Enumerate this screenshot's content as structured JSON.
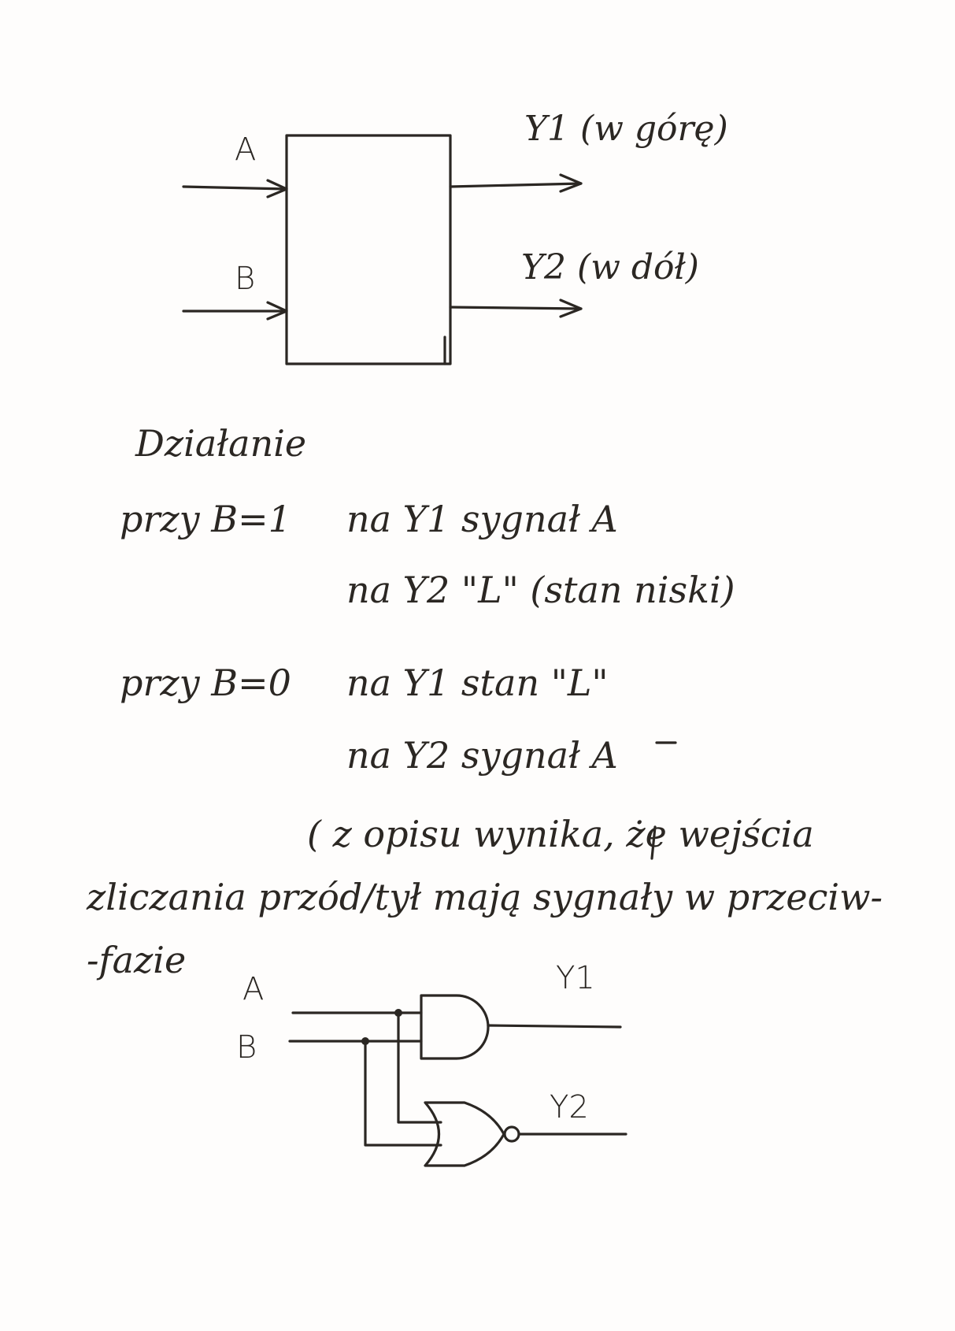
{
  "block_diagram": {
    "input_a": "A",
    "input_b": "B",
    "output_y1": "Y1 (w górę)",
    "output_y2": "Y2 (w dół)"
  },
  "description": {
    "heading": "Działanie",
    "case1_condition": "przy B=1",
    "case1_line1": "na Y1 sygnał A",
    "case1_line2": "na Y2 \"L\" (stan niski)",
    "case2_condition": "przy B=0",
    "case2_line1": "na Y1 stan \"L\"",
    "case2_line2": "na Y2 sygnał A",
    "note_line1": "( z opisu wynika, że wejścia",
    "note_line2": "zliczania przód/tył mają sygnały w przeciw-",
    "note_line3": "-fazie"
  },
  "gate_diagram": {
    "input_a": "A",
    "input_b": "B",
    "output_y1": "Y1",
    "output_y2": "Y2"
  }
}
